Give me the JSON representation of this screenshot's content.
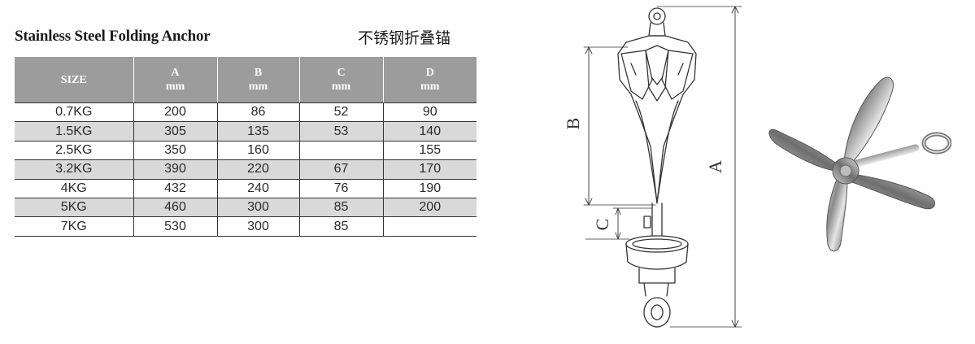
{
  "header": {
    "title": "Stainless Steel Folding Anchor",
    "title_cn": "不锈钢折叠锚"
  },
  "table": {
    "columns": [
      {
        "label": "SIZE",
        "unit": ""
      },
      {
        "label": "A",
        "unit": "mm"
      },
      {
        "label": "B",
        "unit": "mm"
      },
      {
        "label": "C",
        "unit": "mm"
      },
      {
        "label": "D",
        "unit": "mm"
      }
    ],
    "rows": [
      [
        "0.7KG",
        "200",
        "86",
        "52",
        "90"
      ],
      [
        "1.5KG",
        "305",
        "135",
        "53",
        "140"
      ],
      [
        "2.5KG",
        "350",
        "160",
        "",
        "155"
      ],
      [
        "3.2KG",
        "390",
        "220",
        "67",
        "170"
      ],
      [
        "4KG",
        "432",
        "240",
        "76",
        "190"
      ],
      [
        "5KG",
        "460",
        "300",
        "85",
        "200"
      ],
      [
        "7KG",
        "530",
        "300",
        "85",
        ""
      ]
    ]
  },
  "diagram": {
    "label_a": "A",
    "label_b": "B",
    "label_c": "C"
  }
}
